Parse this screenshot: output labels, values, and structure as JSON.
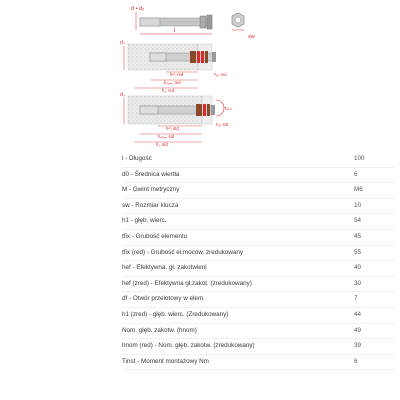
{
  "diagram": {
    "labels": {
      "d_ds": "d • d₀",
      "l": "l",
      "sw": "sw",
      "d0_1": "d₀",
      "h_ef_red": "hᵉᶠ, red",
      "h_nom_red": "hₙₒₘ, red",
      "h1_red": "h₁, red",
      "t_fix_red": "tᶠᵢₓ, red",
      "d0_2": "d₀",
      "t_inst": "Tᵢₙₛₜ",
      "h_ef_std": "hᵉᶠ, std",
      "h_nom_std": "hₙₒₘ, std",
      "h1_std": "h₁, std",
      "t_fix_std": "tᶠᵢₓ, std"
    },
    "colors": {
      "accent": "#d92b2b",
      "metal": "#b0b0b0",
      "concrete": "#e6e6e6",
      "brown": "#8a4a2a"
    }
  },
  "specs": [
    {
      "label": "l - Długość",
      "value": "100"
    },
    {
      "label": "d0 - Średnica wiertła",
      "value": "6"
    },
    {
      "label": "M - Gwint metryczny",
      "value": "M6"
    },
    {
      "label": "sw - Rozmiar klucza",
      "value": "10"
    },
    {
      "label": "h1 - głęb. wierc.",
      "value": "54"
    },
    {
      "label": "tfix - Grubość elementu",
      "value": "45"
    },
    {
      "label": "tfix (red) - Grubość el.mocow. zredukowany",
      "value": "55"
    },
    {
      "label": "hef - Efektywna. gł. zakotwieni",
      "value": "40"
    },
    {
      "label": "hef (zred) - Efektywna gł.zakot. (zredukowany)",
      "value": "30"
    },
    {
      "label": "df - Otwór przelotowy w elem.",
      "value": "7"
    },
    {
      "label": "h1 (zred) - głęb. wierc. (Zredukowany)",
      "value": "44"
    },
    {
      "label": "Nom. głęb. zakotw. (hnom)",
      "value": "49"
    },
    {
      "label": "hnom (red) - Nom. głęb. zakotw. (zredukowany)",
      "value": "39"
    },
    {
      "label": "Tinst - Moment montażowy Nm",
      "value": "6"
    }
  ]
}
